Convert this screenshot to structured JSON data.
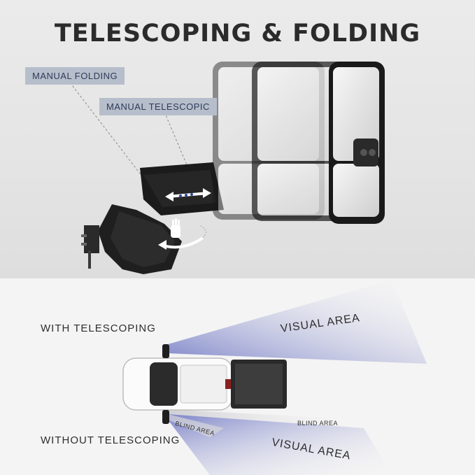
{
  "title": "TELESCOPING & FOLDING",
  "labels": {
    "manual_folding": "MANUAL FOLDING",
    "manual_telescopic": "MANUAL TELESCOPIC"
  },
  "bottom": {
    "with_telescoping": "WITH TELESCOPING",
    "without_telescoping": "WITHOUT TELESCOPING",
    "visual_area_top": "VISUAL AREA",
    "visual_area_bottom": "VISUAL AREA",
    "blind_area_left": "BLIND AREA",
    "blind_area_right": "BLIND AREA"
  },
  "colors": {
    "label_bg": "#b7becb",
    "label_text": "#2d3b58",
    "arrow_blue": "#2f4a9a",
    "visual_beam": "#7d86c9"
  }
}
